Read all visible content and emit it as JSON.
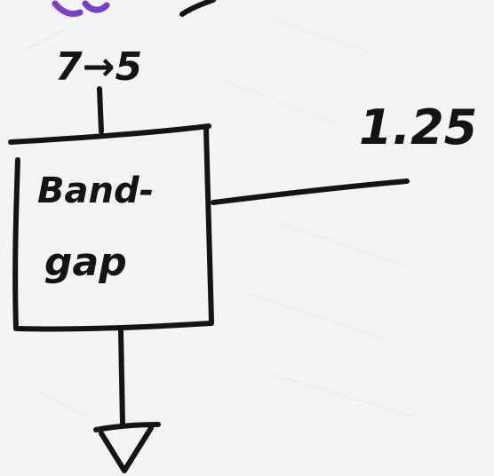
{
  "colors": {
    "paper": "#f4f3f6",
    "ink": "#141414",
    "accent_purple": "#7a3fc8"
  },
  "diagram": {
    "input_label": "7→5",
    "block_label_line1": "Band-",
    "block_label_line2": "gap",
    "output_label": "1.25",
    "ground_symbol": "ground-symbol"
  }
}
